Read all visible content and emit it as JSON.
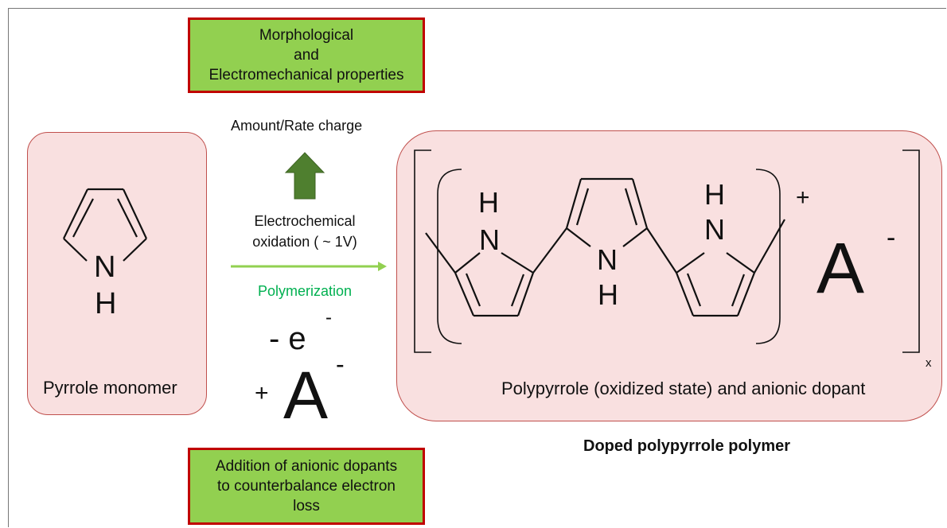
{
  "top_box": {
    "lines": [
      "Morphological",
      "and",
      "Electromechanical properties"
    ]
  },
  "bottom_box": {
    "lines": [
      "Addition of anionic dopants",
      "to counterbalance electron",
      "loss"
    ]
  },
  "arrow_up_label": "Amount/Rate charge",
  "reaction": {
    "line1": "Electrochemical",
    "line2": "oxidation ( ~ 1V)",
    "process": "Polymerization",
    "minus_e": "- e",
    "minus_e_sup": "-",
    "plus": "+",
    "anion": "A",
    "anion_sup": "-"
  },
  "monomer": {
    "label": "Pyrrole monomer",
    "atom_N": "N",
    "atom_H": "H"
  },
  "polymer": {
    "label": "Polypyrrole (oxidized state) and anionic dopant",
    "charge": "+",
    "anion": "A",
    "anion_sup": "-",
    "subscript": "x",
    "atoms": {
      "ring1_H": "H",
      "ring1_N": "N",
      "ring2_N": "N",
      "ring2_H": "H",
      "ring3_H": "H",
      "ring3_N": "N"
    }
  },
  "caption": "Doped polypyrrole polymer",
  "colors": {
    "green_box": "#92d050",
    "box_border": "#c00000",
    "panel_fill": "#f9e0e0",
    "panel_border": "#c0504d",
    "up_arrow": "#4f7f2f",
    "reaction_arrow": "#92d050",
    "polymerization_text": "#00b050"
  }
}
